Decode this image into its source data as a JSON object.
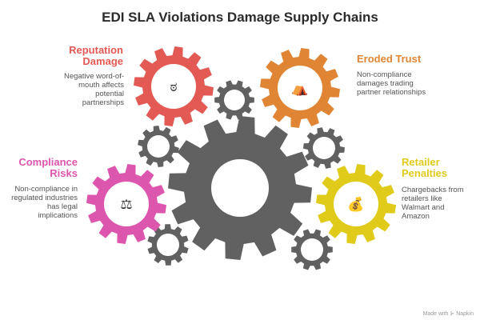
{
  "title": "EDI SLA Violations Damage Supply Chains",
  "items": [
    {
      "heading": "Reputation Damage",
      "heading_l1": "Reputation",
      "heading_l2": "Damage",
      "description": "Negative word-of-mouth affects potential partnerships",
      "color": "#E35A55",
      "icon": "angry-face-icon"
    },
    {
      "heading": "Eroded Trust",
      "description": "Non-compliance damages trading partner relationships",
      "color": "#E08534",
      "icon": "broken-trust-icon"
    },
    {
      "heading": "Compliance Risks",
      "heading_l1": "Compliance",
      "heading_l2": "Risks",
      "description": "Non-compliance in regulated industries has legal implications",
      "color": "#DD56AE",
      "icon": "scales-icon"
    },
    {
      "heading": "Retailer Penalties",
      "heading_l1": "Retailer",
      "heading_l2": "Penalties",
      "description": "Chargebacks from retailers like Walmart and Amazon",
      "color": "#E0CB1A",
      "icon": "money-bag-icon"
    }
  ],
  "gear_color": "#616161",
  "footer": "Made with ⊱ Napkin"
}
